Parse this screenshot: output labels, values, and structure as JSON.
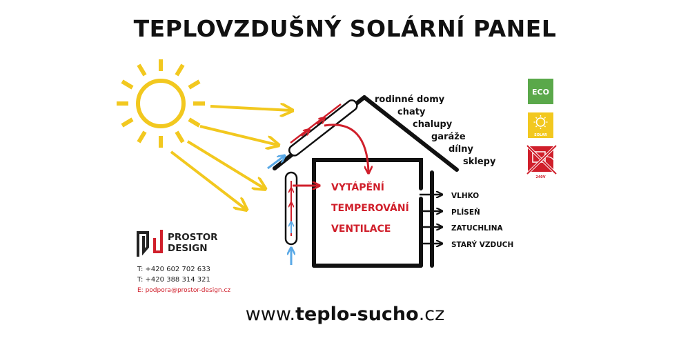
{
  "title": "TEPLOVZDUŠNÝ SOLÁRNÍ PANEL",
  "building_types": [
    "rodinné domy",
    "chaty",
    "chalupy",
    "garáže",
    "dílny",
    "sklepy"
  ],
  "functions": [
    "VYTÁPĚNÍ",
    "TEMPEROVÁNÍ",
    "VENTILACE"
  ],
  "problems": [
    "VLHKO",
    "PLÍSEŇ",
    "ZATUCHLINA",
    "STARÝ VZDUCH"
  ],
  "badges": {
    "eco": "ECO",
    "solar": "SOLAR",
    "power": "240V"
  },
  "brand": {
    "line1": "PROSTOR",
    "line2": "DESIGN"
  },
  "contact": {
    "phone1": "T: +420 602 702 633",
    "phone2": "T: +420 388 314 321",
    "email": "E: podpora@prostor-design.cz"
  },
  "website": {
    "prefix": "www.",
    "domain": "teplo-sucho",
    "suffix": ".cz"
  },
  "colors": {
    "sun": "#f2c81f",
    "eco_green": "#5aa84a",
    "red": "#d01f2b",
    "blue": "#5aa9e6",
    "black": "#111111"
  },
  "icons": [
    "sun-icon",
    "eco-badge",
    "solar-badge",
    "no-power-badge",
    "prostor-design-logo"
  ]
}
